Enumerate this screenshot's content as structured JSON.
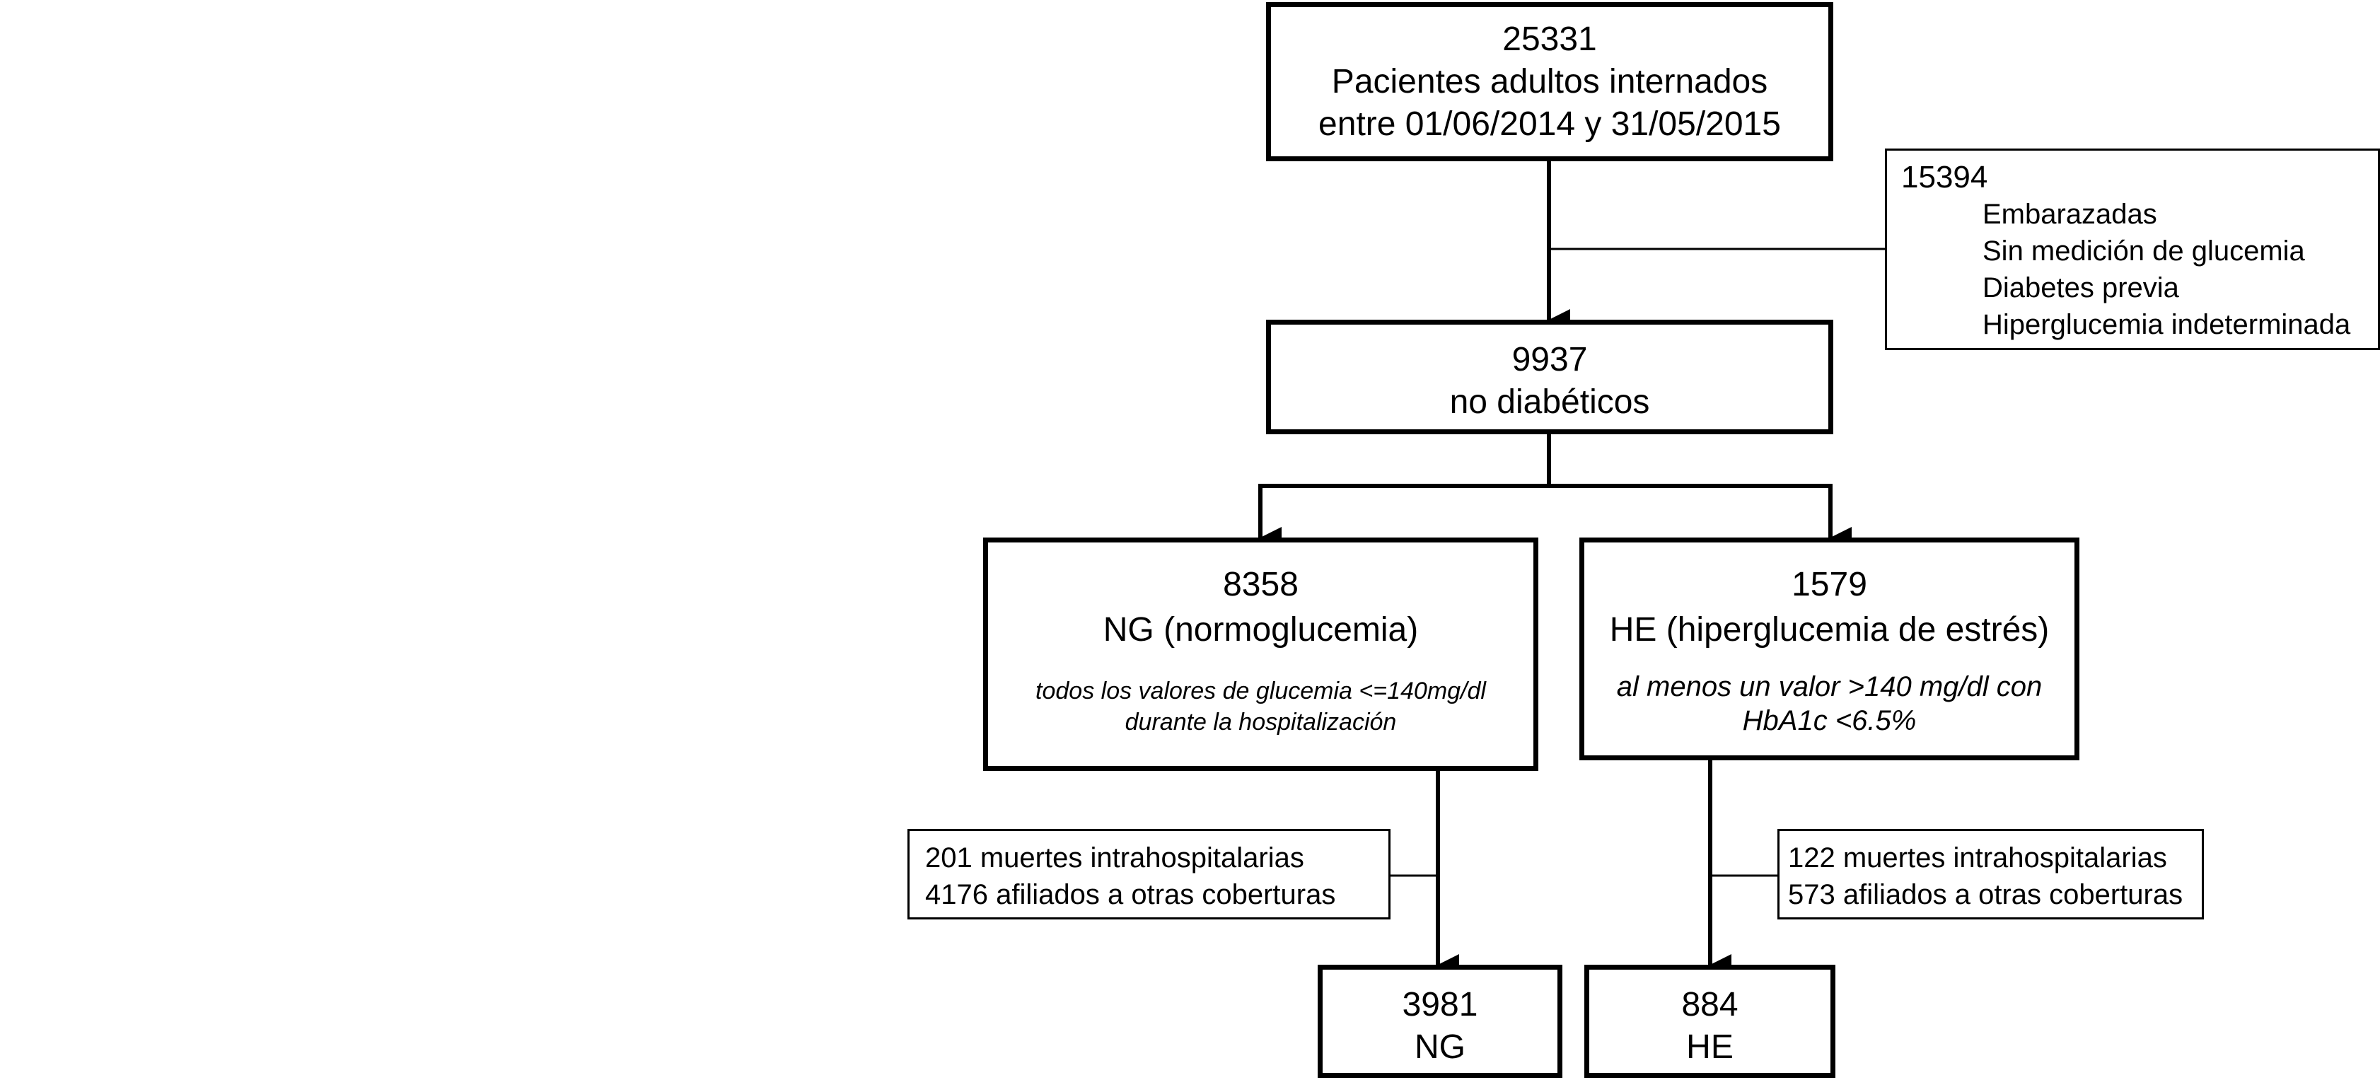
{
  "flowchart": {
    "total": {
      "count": "25331",
      "line1": "Pacientes adultos internados",
      "line2": "entre 01/06/2014 y 31/05/2015"
    },
    "excluded": {
      "count": "15394",
      "reasons": [
        "Embarazadas",
        "Sin medición de glucemia",
        "Diabetes previa",
        "Hiperglucemia indeterminada"
      ]
    },
    "non_diabetic": {
      "count": "9937",
      "label": "no diabéticos"
    },
    "ng": {
      "count": "8358",
      "label": "NG (normoglucemia)",
      "note_line1": "todos los valores de glucemia <=140mg/dl",
      "note_line2": "durante la hospitalización"
    },
    "he": {
      "count": "1579",
      "label": "HE (hiperglucemia de estrés)",
      "note_line1": "al menos un valor >140 mg/dl con",
      "note_line2": "HbA1c <6.5%"
    },
    "ng_excluded": {
      "line1": "201 muertes intrahospitalarias",
      "line2": "4176 afiliados a otras coberturas"
    },
    "he_excluded": {
      "line1": "122 muertes intrahospitalarias",
      "line2": "573 afiliados a otras coberturas"
    },
    "ng_final": {
      "count": "3981",
      "label": "NG"
    },
    "he_final": {
      "count": "884",
      "label": "HE"
    }
  }
}
